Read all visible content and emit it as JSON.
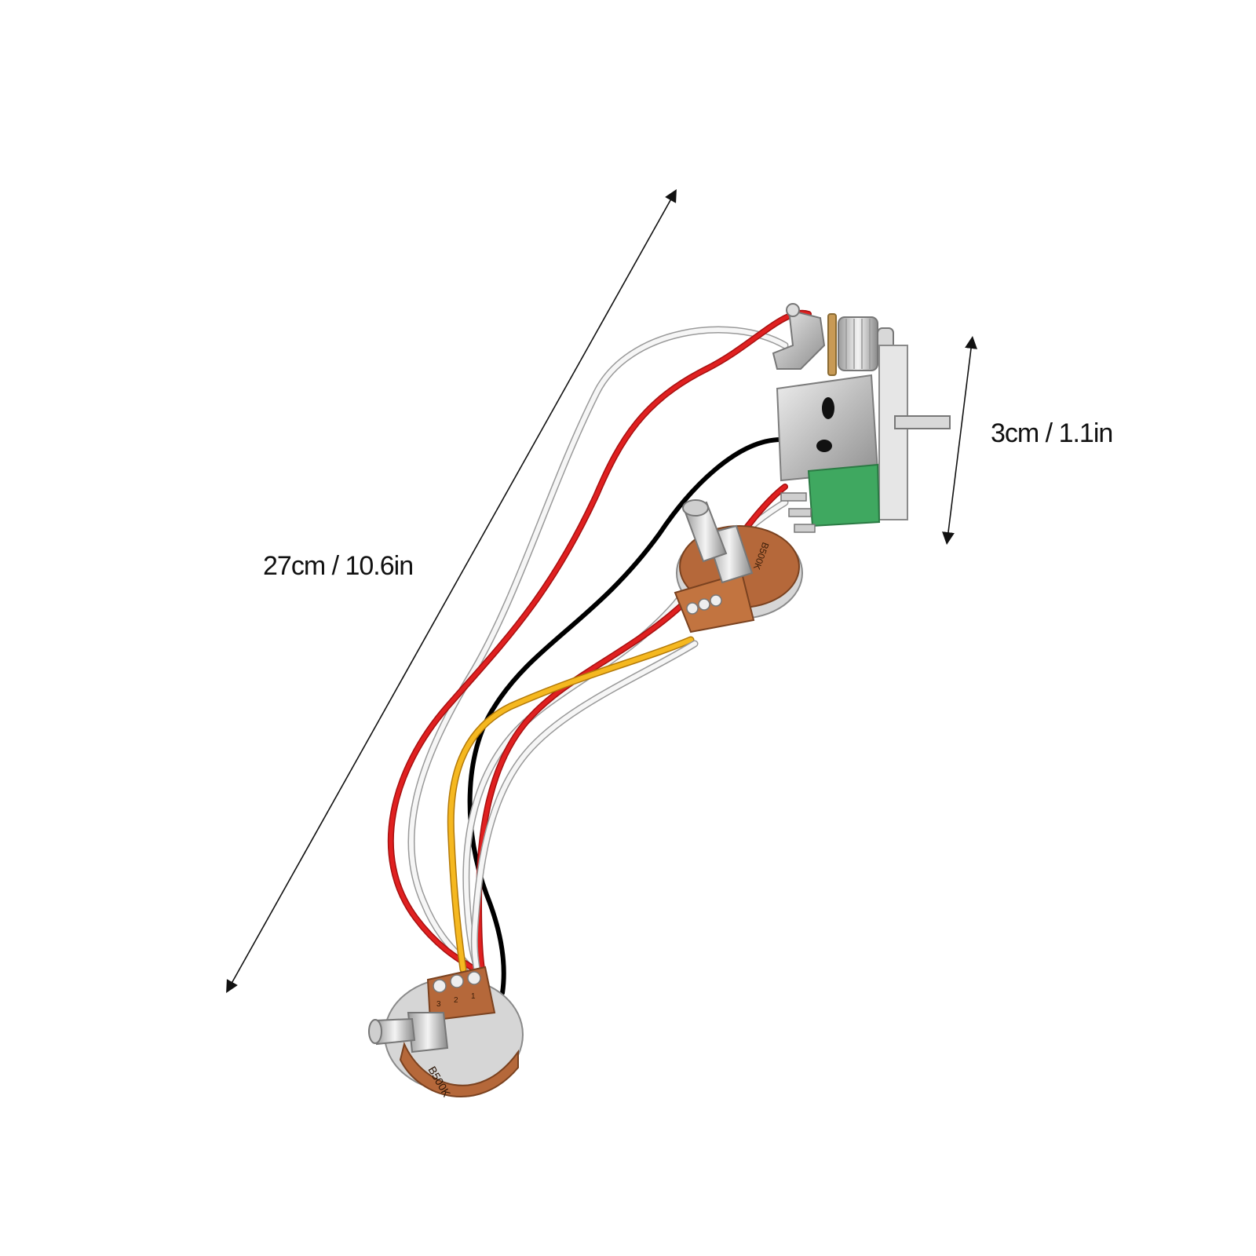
{
  "dimensions": {
    "length_label": "27cm  / 10.6in",
    "width_label": "3cm  / 1.1in"
  },
  "components": {
    "pot_marking_front": "B500K",
    "pot_marking_back": "B500K",
    "lug_numbers": [
      "3",
      "2",
      "1"
    ]
  },
  "colors": {
    "background": "#ffffff",
    "wire_red": "#e02020",
    "wire_white": "#f2f2f2",
    "wire_black": "#111111",
    "wire_yellow": "#f2b21c",
    "metal": "#c9c9c9",
    "pot_body": "#b5683a",
    "pcb_green": "#3fa860"
  }
}
